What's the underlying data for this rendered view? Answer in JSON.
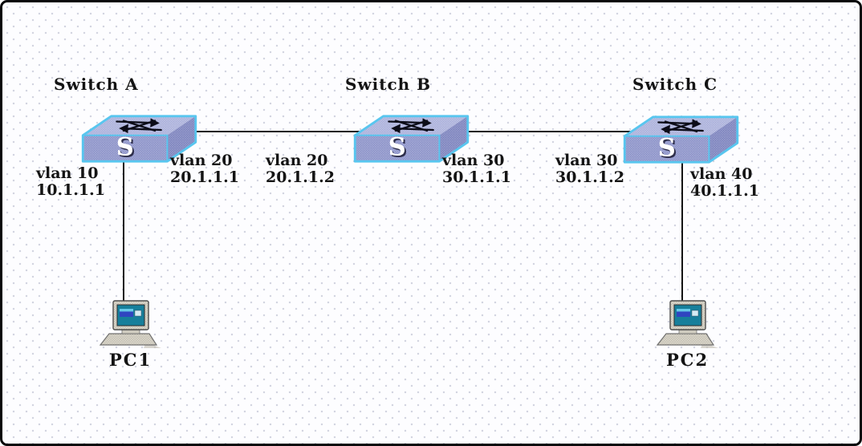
{
  "diagram": {
    "type": "network-topology",
    "switch_glyph": "S",
    "switches": [
      {
        "name": "Switch A"
      },
      {
        "name": "Switch B"
      },
      {
        "name": "Switch C"
      }
    ],
    "pcs": [
      {
        "name": "PC1"
      },
      {
        "name": "PC2"
      }
    ],
    "port_labels": [
      {
        "vlan": "vlan 10",
        "ip": "10.1.1.1"
      },
      {
        "vlan": "vlan 20",
        "ip": "20.1.1.1"
      },
      {
        "vlan": "vlan 20",
        "ip": "20.1.1.2"
      },
      {
        "vlan": "vlan 30",
        "ip": "30.1.1.1"
      },
      {
        "vlan": "vlan 30",
        "ip": "30.1.1.2"
      },
      {
        "vlan": "vlan 40",
        "ip": "40.1.1.1"
      }
    ],
    "links": [
      {
        "from": "Switch A",
        "to": "Switch B"
      },
      {
        "from": "Switch B",
        "to": "Switch C"
      },
      {
        "from": "Switch A",
        "to": "PC1"
      },
      {
        "from": "Switch C",
        "to": "PC2"
      }
    ],
    "colors": {
      "switch_top": "#a4aad8",
      "switch_front": "#8289c4",
      "switch_side": "#7178b8",
      "switch_outline": "#58c6ef",
      "link_line": "#141414",
      "pc_body": "#ddd9cd",
      "pc_screen": "#177f9b",
      "background_dot": "#d3d5e1"
    }
  }
}
